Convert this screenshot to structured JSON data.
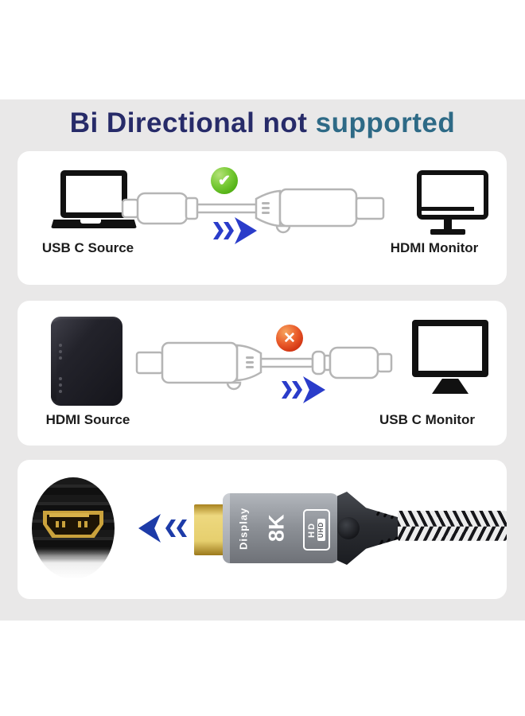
{
  "title": {
    "primary": "Bi Directional not ",
    "accent": "supported"
  },
  "panels": {
    "usb_to_hdmi": {
      "source_label": "USB C Source",
      "monitor_label": "HDMI Monitor",
      "status": "allowed",
      "status_glyph": "✔"
    },
    "hdmi_to_usb": {
      "source_label": "HDMI Source",
      "monitor_label": "USB C Monitor",
      "status": "not allowed",
      "status_glyph": "✕"
    },
    "cable_closeup": {
      "connector_label": "Display",
      "connector_resolution": "8K",
      "badge_top": "HD",
      "badge_bottom": "UHD"
    }
  },
  "colors": {
    "band_background": "#e9e8e8",
    "panel_background": "#ffffff",
    "title_primary": "#272b69",
    "title_accent": "#2e6a86",
    "label_text": "#1c1c1c",
    "outline_stroke": "#b5b5b5",
    "arrow_blue": "#2a3cca",
    "arrow_blue_dark": "#1d3ba8",
    "check_green": "#5cb81e",
    "cross_red": "#d8321a",
    "connector_body_gray": "#8d9197",
    "plug_gold": "#e2c763"
  }
}
